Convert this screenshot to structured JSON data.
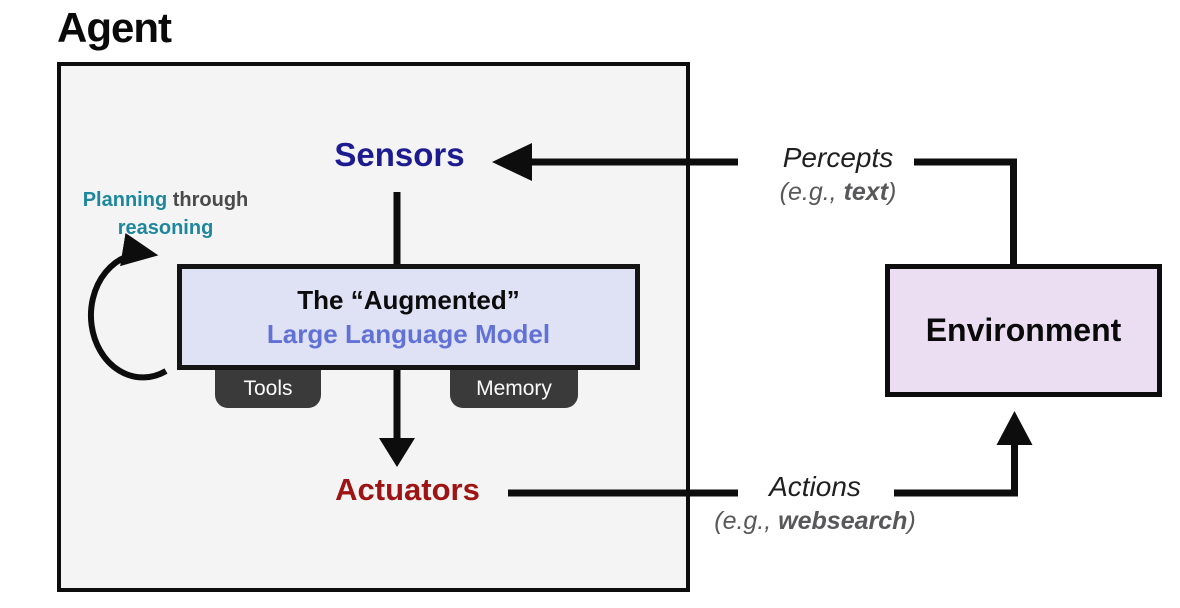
{
  "title": "Agent",
  "diagram": {
    "sensors": "Sensors",
    "planning": {
      "word1": "Planning",
      "word2": " through",
      "word3": "reasoning"
    },
    "llm": {
      "line1": "The “Augmented”",
      "line2": "Large Language Model"
    },
    "tabs": {
      "tools": "Tools",
      "memory": "Memory"
    },
    "actuators": "Actuators",
    "environment": "Environment",
    "percepts": {
      "label": "Percepts",
      "eg_open": "(e.g., ",
      "eg_bold": "text",
      "eg_close": ")"
    },
    "actions": {
      "label": "Actions",
      "eg_open": "(e.g., ",
      "eg_bold": "websearch",
      "eg_close": ")"
    }
  },
  "colors": {
    "sensors": "#1c1c90",
    "actuators": "#9e1313",
    "planning_accent": "#1f879c",
    "planning_muted": "#4a4a4a",
    "llm_accent": "#6171d6",
    "llm_box_fill": "#dee2f4",
    "environment_fill": "#ecdef2",
    "agent_box_fill": "#f4f4f4",
    "tab_fill": "#3a3a3a",
    "line": "#0d0d0d"
  }
}
